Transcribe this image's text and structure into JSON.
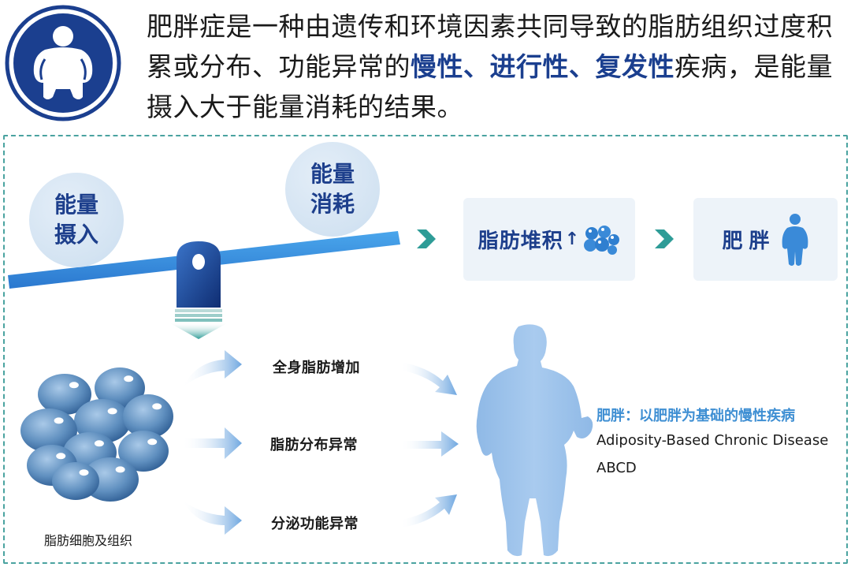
{
  "header": {
    "text_part1": "肥胖症是一种由遗传和环境因素共同导致的脂肪组织过度积累或分布、功能异常的",
    "highlight": "慢性、进行性、复发性",
    "text_part2": "疾病，是能量摄入大于能量消耗的结果。",
    "icon": "obese-person-icon"
  },
  "balance": {
    "intake_label": "能量\n摄入",
    "expenditure_label": "能量\n消耗"
  },
  "results": {
    "fat_accumulation": "脂肪堆积",
    "fat_up_symbol": "↑",
    "obesity": "肥胖"
  },
  "effects": [
    "全身脂肪增加",
    "脂肪分布异常",
    "分泌功能异常"
  ],
  "tissue_caption": "脂肪细胞及组织",
  "definition": {
    "title": "肥胖：以肥胖为基础的慢性疾病",
    "english": "Adiposity-Based Chronic Disease",
    "abbreviation": "ABCD"
  },
  "colors": {
    "primary_navy": "#1d3f8c",
    "accent_blue": "#3f8fd3",
    "teal_chevron": "#2e9c97",
    "frame_dashed": "#4aa3a0",
    "bubble_fill": "#d3e3f2",
    "box_fill": "#edf3f9",
    "silhouette": "#9dc3ea"
  }
}
